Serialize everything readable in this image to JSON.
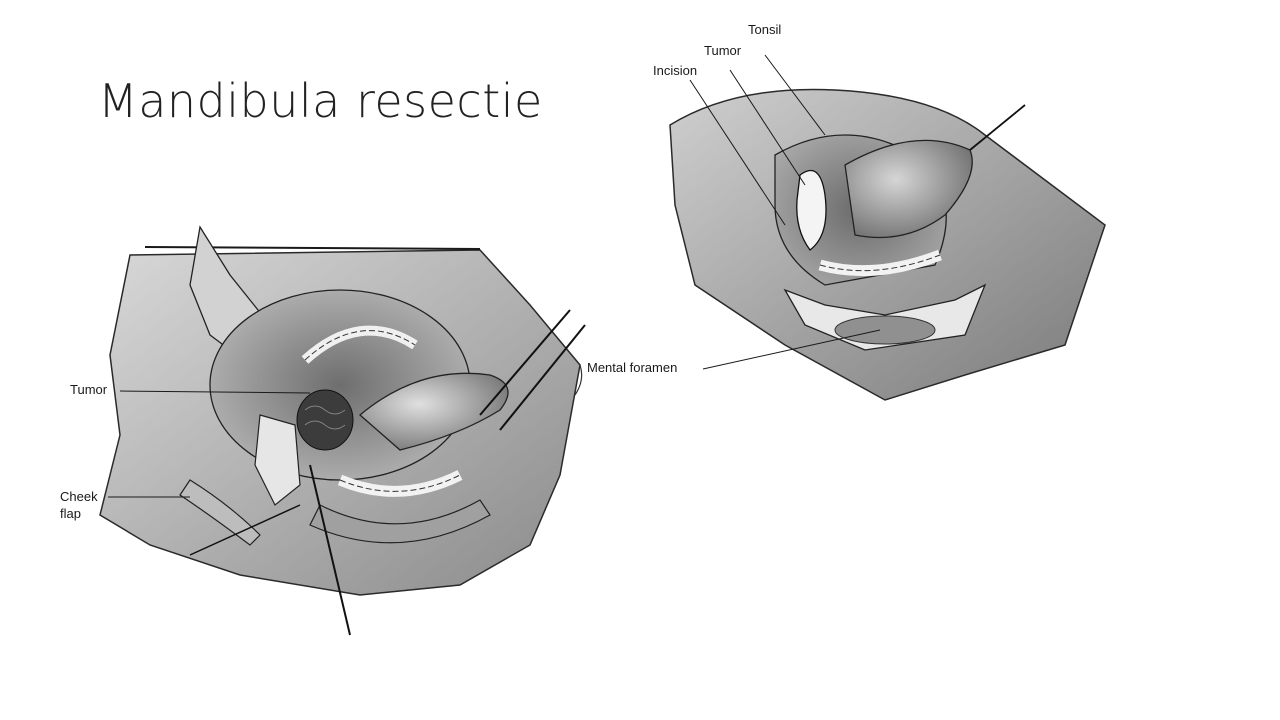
{
  "slide": {
    "title": "Mandibula resectie"
  },
  "left_figure": {
    "labels": {
      "tumor": "Tumor",
      "cheek_flap": "Cheek\nflap"
    }
  },
  "right_figure": {
    "labels": {
      "tonsil": "Tonsil",
      "tumor": "Tumor",
      "incision": "Incision",
      "mental_foramen": "Mental foramen"
    }
  },
  "colors": {
    "background": "#ffffff",
    "ink": "#1a1a1a",
    "tissue_dark": "#5a5a5a",
    "tissue_mid": "#8c8c8c",
    "tissue_light": "#c4c4c4"
  }
}
